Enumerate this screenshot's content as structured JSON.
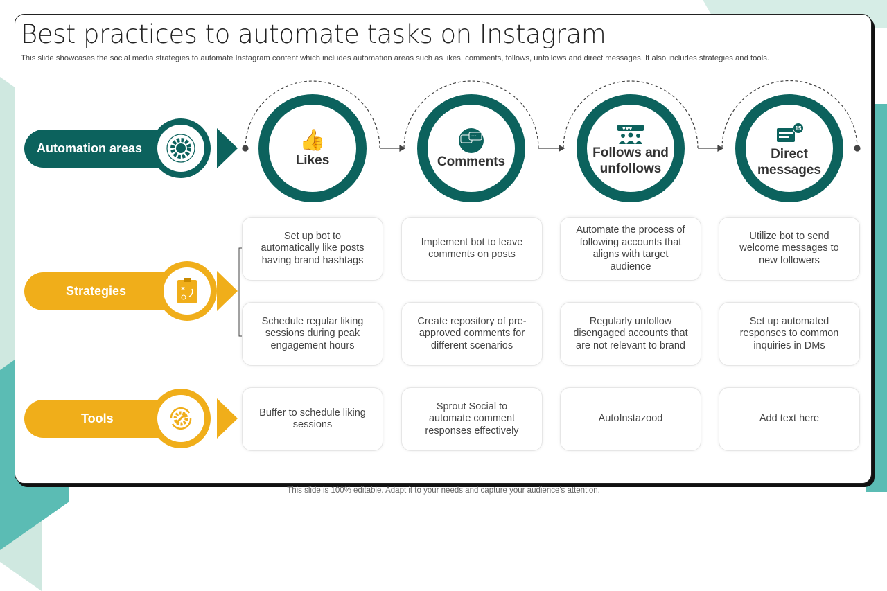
{
  "title": "Best practices to automate tasks on Instagram",
  "subtitle": "This slide showcases the social media strategies to automate Instagram content which includes automation areas such as likes, comments, follows, unfollows and direct messages. It also includes strategies and tools.",
  "colors": {
    "teal": "#0c625d",
    "yellow": "#f0ae1a"
  },
  "rows": {
    "automation": "Automation areas",
    "strategies": "Strategies",
    "tools": "Tools"
  },
  "areas": [
    {
      "label": "Likes",
      "icon": "thumbs-up-icon"
    },
    {
      "label": "Comments",
      "icon": "chat-bubbles-icon"
    },
    {
      "label": "Follows and unfollows",
      "icon": "people-icon"
    },
    {
      "label": "Direct messages",
      "icon": "messages-icon",
      "badge": "15"
    }
  ],
  "strategies": [
    [
      "Set up bot to automatically like posts having brand hashtags",
      "Schedule regular liking sessions during peak engagement hours"
    ],
    [
      "Implement bot to leave comments on posts",
      "Create repository of pre-approved comments for different scenarios"
    ],
    [
      "Automate the process of following accounts that aligns with target audience",
      "Regularly unfollow disengaged accounts that are not relevant to brand"
    ],
    [
      "Utilize bot to send welcome messages to new followers",
      "Set up automated responses to common inquiries in DMs"
    ]
  ],
  "tools": [
    "Buffer to schedule liking sessions",
    "Sprout Social to automate comment responses effectively",
    "AutoInstazood",
    "Add text here"
  ],
  "footer": "This slide is 100% editable. Adapt it to your needs and capture your audience's attention."
}
